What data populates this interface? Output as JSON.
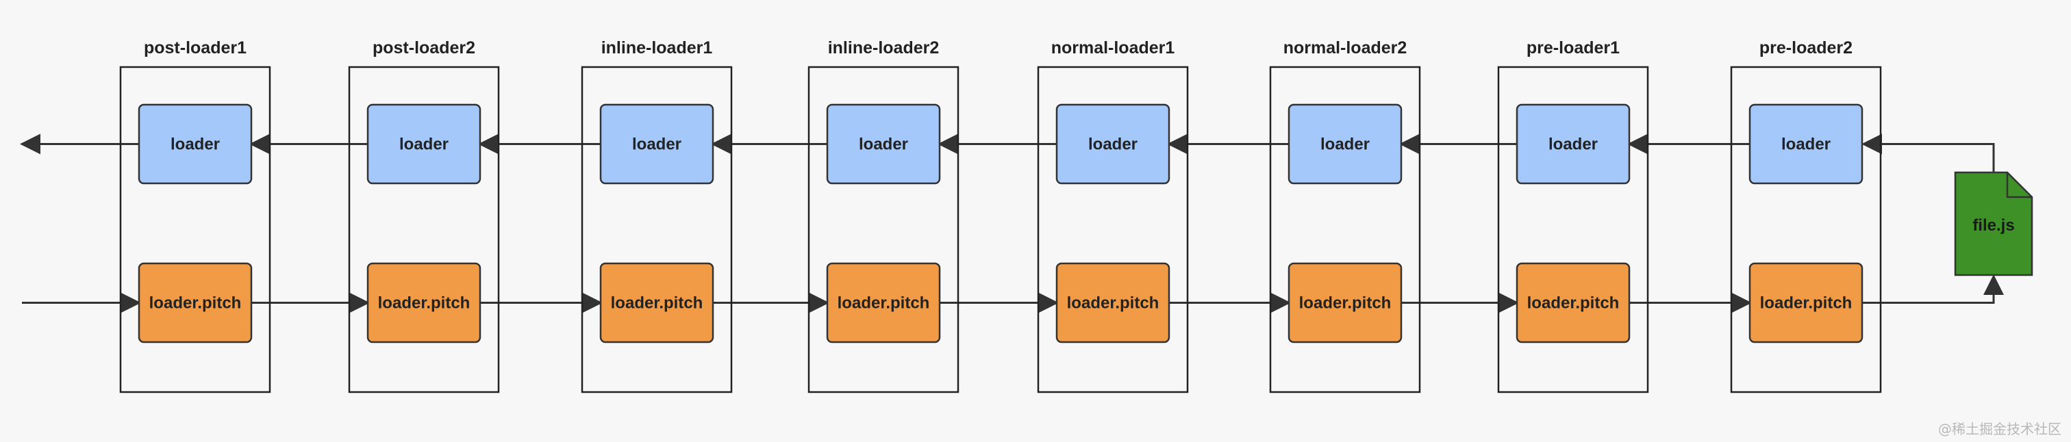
{
  "groups": [
    {
      "title": "post-loader1",
      "loader": "loader",
      "pitch": "loader.pitch"
    },
    {
      "title": "post-loader2",
      "loader": "loader",
      "pitch": "loader.pitch"
    },
    {
      "title": "inline-loader1",
      "loader": "loader",
      "pitch": "loader.pitch"
    },
    {
      "title": "inline-loader2",
      "loader": "loader",
      "pitch": "loader.pitch"
    },
    {
      "title": "normal-loader1",
      "loader": "loader",
      "pitch": "loader.pitch"
    },
    {
      "title": "normal-loader2",
      "loader": "loader",
      "pitch": "loader.pitch"
    },
    {
      "title": "pre-loader1",
      "loader": "loader",
      "pitch": "loader.pitch"
    },
    {
      "title": "pre-loader2",
      "loader": "loader",
      "pitch": "loader.pitch"
    }
  ],
  "file": {
    "label": "file.js"
  },
  "colors": {
    "loader_fill": "#a3c8f9",
    "pitch_fill": "#f29b47",
    "file_fill": "#3d9127",
    "stroke": "#333333",
    "group_border": "#222222"
  },
  "watermark": "@稀土掘金技术社区"
}
